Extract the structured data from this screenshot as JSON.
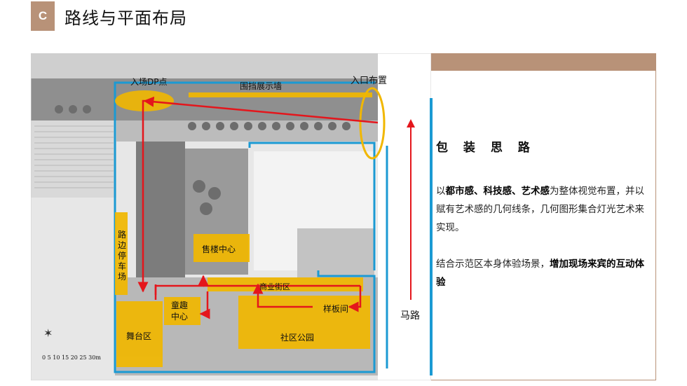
{
  "header": {
    "badge": "C",
    "title": "路线与平面布局"
  },
  "plan": {
    "labels": {
      "entry_dp": "入场DP点",
      "hoarding_wall": "围挡展示墙",
      "entrance_layout": "入口布置",
      "roadside_parking": "路边停车场",
      "sales_center": "售楼中心",
      "commercial_street": "商业街区",
      "kids_center": "童趣中心",
      "model_room": "样板间",
      "stage_area": "舞台区",
      "community_park": "社区公园",
      "road": "马路"
    },
    "scale_text": "0  5  10  15  20  25  30m",
    "colors": {
      "zone_fill": "#f1b700",
      "route": "#e4161c",
      "boundary": "#1b9ad3",
      "panel": "#b89278"
    }
  },
  "concept": {
    "heading": "包 装 思 路",
    "p1_prefix": "以",
    "p1_bold": "都市感、科技感、艺术感",
    "p1_rest": "为整体视觉布置，并以赋有艺术感的几何线条，几何图形集合灯光艺术来实现。",
    "p2_prefix": "结合示范区本身体验场景，",
    "p2_bold": "增加现场来宾的互动体验"
  }
}
